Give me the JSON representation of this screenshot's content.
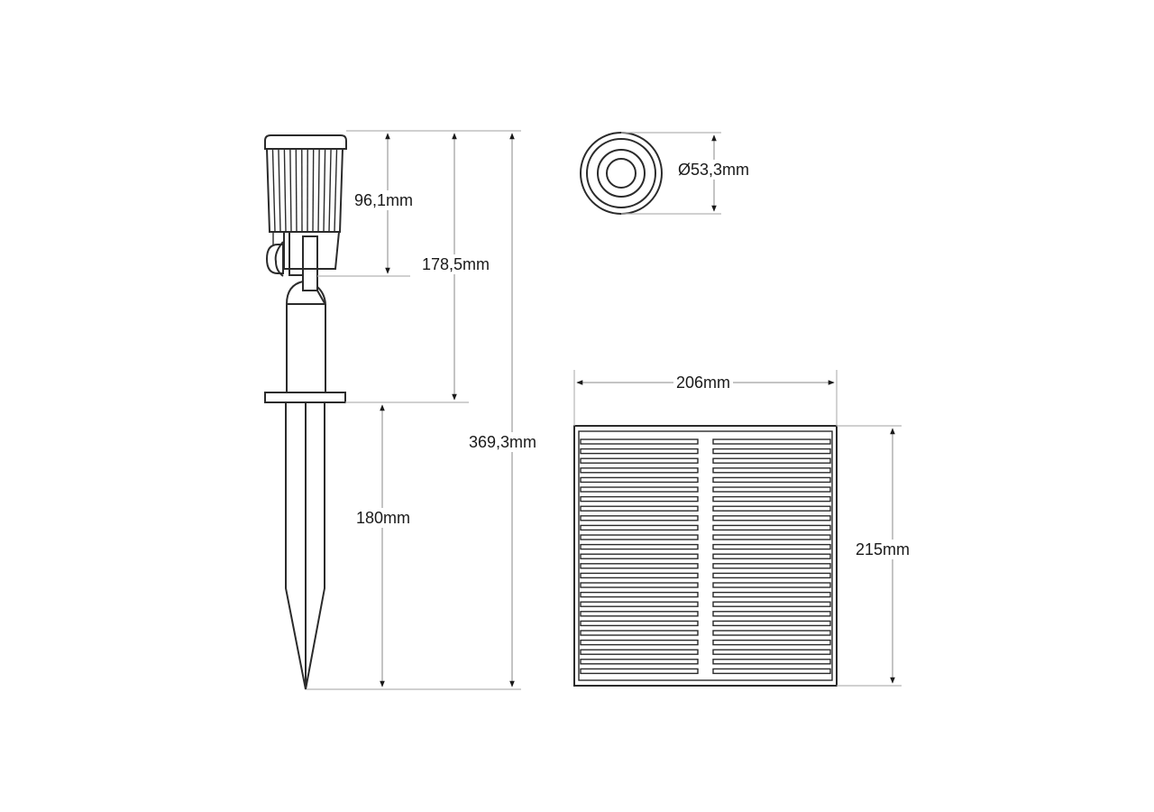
{
  "drawing": {
    "subject": "Solar spike light with separate solar panel",
    "colors": {
      "line": "#2b2b2b",
      "dimension_line": "#8a8a8a",
      "extension_line": "#b5b5b5",
      "text": "#1a1a1a",
      "background": "#ffffff"
    }
  },
  "lamp_side_view": {
    "dimensions": {
      "head_height": "96,1mm",
      "above_ground_height": "178,5mm",
      "total_height": "369,3mm",
      "spike_length": "180mm"
    },
    "head_fin_count": 13
  },
  "lamp_top_view": {
    "dimensions": {
      "diameter": "Ø53,3mm"
    },
    "rings": 4
  },
  "solar_panel": {
    "dimensions": {
      "width": "206mm",
      "height": "215mm"
    },
    "columns": 2,
    "slats_per_column": 25
  }
}
